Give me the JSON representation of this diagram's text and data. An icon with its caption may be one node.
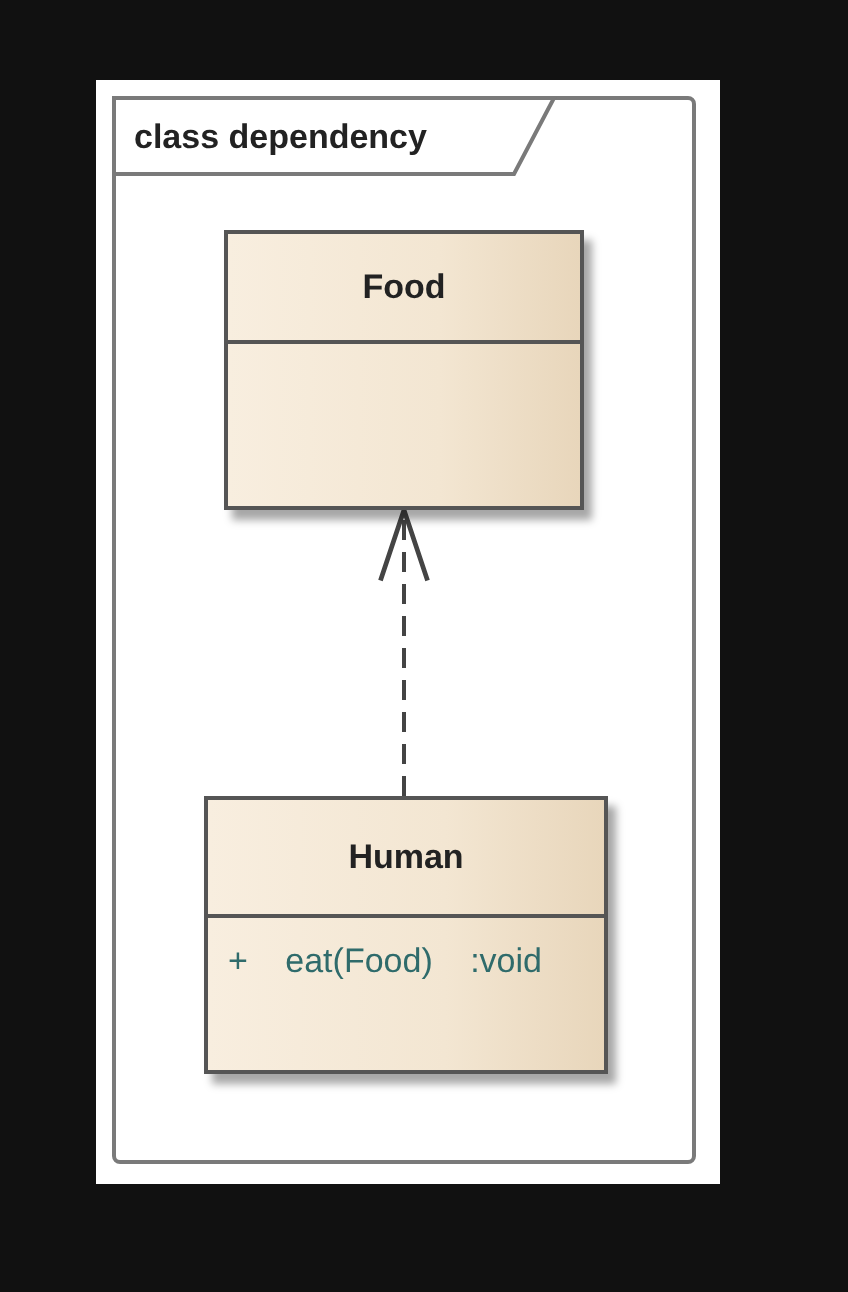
{
  "diagram": {
    "nodes": [
      {
        "text": [
          "class dependency"
        ]
      },
      {
        "text": [
          "Food"
        ],
        "in": 0
      },
      {
        "text": [
          "Human",
          "+ eat(Food) :void"
        ],
        "in": 0
      }
    ],
    "edges": [
      {
        "from": 2,
        "to": 1,
        "arrow": "to",
        "style": "dashed"
      }
    ]
  }
}
